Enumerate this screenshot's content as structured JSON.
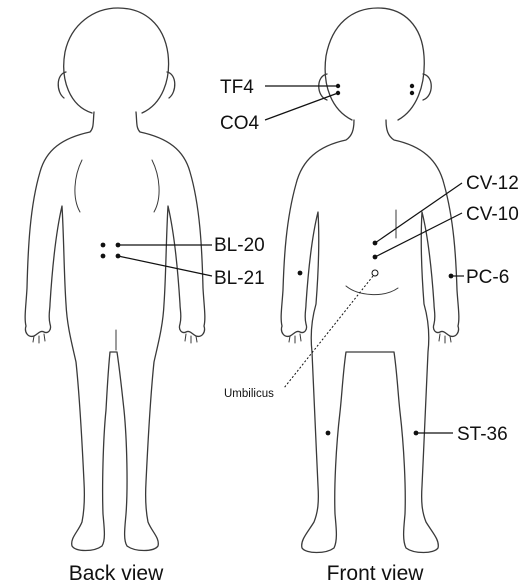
{
  "figures": {
    "back": {
      "caption": "Back view",
      "points": [
        {
          "code": "BL-20"
        },
        {
          "code": "BL-21"
        }
      ]
    },
    "front": {
      "caption": "Front view",
      "points": [
        {
          "code": "TF4"
        },
        {
          "code": "CO4"
        },
        {
          "code": "CV-12"
        },
        {
          "code": "CV-10"
        },
        {
          "code": "PC-6"
        },
        {
          "code": "ST-36"
        }
      ],
      "landmark": {
        "label": "Umbilicus"
      }
    }
  },
  "colors": {
    "outline": "#3a3a3a",
    "marker": "#111111",
    "background": "#ffffff"
  }
}
